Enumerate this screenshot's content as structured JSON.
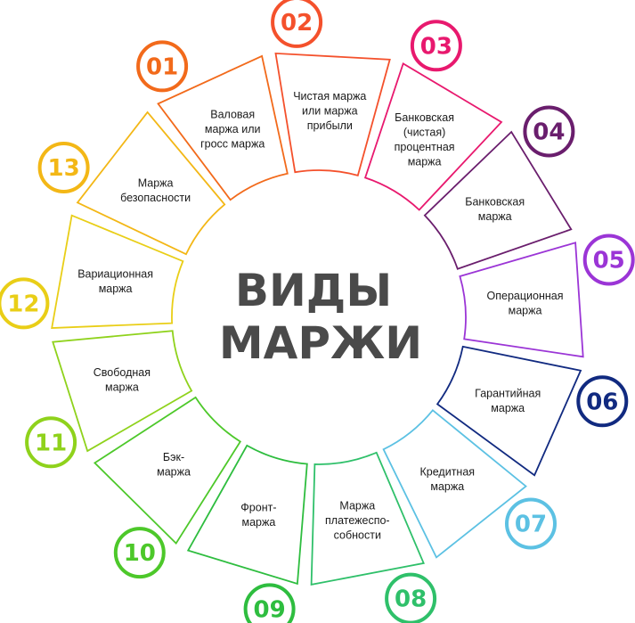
{
  "title_lines": [
    "ВИДЫ",
    "МАРЖИ"
  ],
  "segments": [
    {
      "number": "01",
      "label": [
        "Валовая",
        "маржа или",
        "гросс маржа"
      ],
      "color": "#f26a1b"
    },
    {
      "number": "02",
      "label": [
        "Чистая маржа",
        "или маржа",
        "прибыли"
      ],
      "color": "#f4512c"
    },
    {
      "number": "03",
      "label": [
        "Банковская",
        "(чистая)",
        "процентная",
        "маржа"
      ],
      "color": "#e8196e"
    },
    {
      "number": "04",
      "label": [
        "Банковская",
        "маржа"
      ],
      "color": "#6a1e6d"
    },
    {
      "number": "05",
      "label": [
        "Операционная",
        "маржа"
      ],
      "color": "#9b35d6"
    },
    {
      "number": "06",
      "label": [
        "Гарантийная",
        "маржа"
      ],
      "color": "#112a80"
    },
    {
      "number": "07",
      "label": [
        "Кредитная",
        "маржа"
      ],
      "color": "#5cc1e3"
    },
    {
      "number": "08",
      "label": [
        "Маржа",
        "платежеспо-",
        "собности"
      ],
      "color": "#2fc06a"
    },
    {
      "number": "09",
      "label": [
        "Фронт-",
        "маржа"
      ],
      "color": "#2ebd3f"
    },
    {
      "number": "10",
      "label": [
        "Бэк-",
        "маржа"
      ],
      "color": "#4dc82a"
    },
    {
      "number": "11",
      "label": [
        "Свободная",
        "маржа"
      ],
      "color": "#8fd21c"
    },
    {
      "number": "12",
      "label": [
        "Вариационная",
        "маржа"
      ],
      "color": "#e9ce17"
    },
    {
      "number": "13",
      "label": [
        "Маржа",
        "безопасности"
      ],
      "color": "#f3b716"
    }
  ]
}
